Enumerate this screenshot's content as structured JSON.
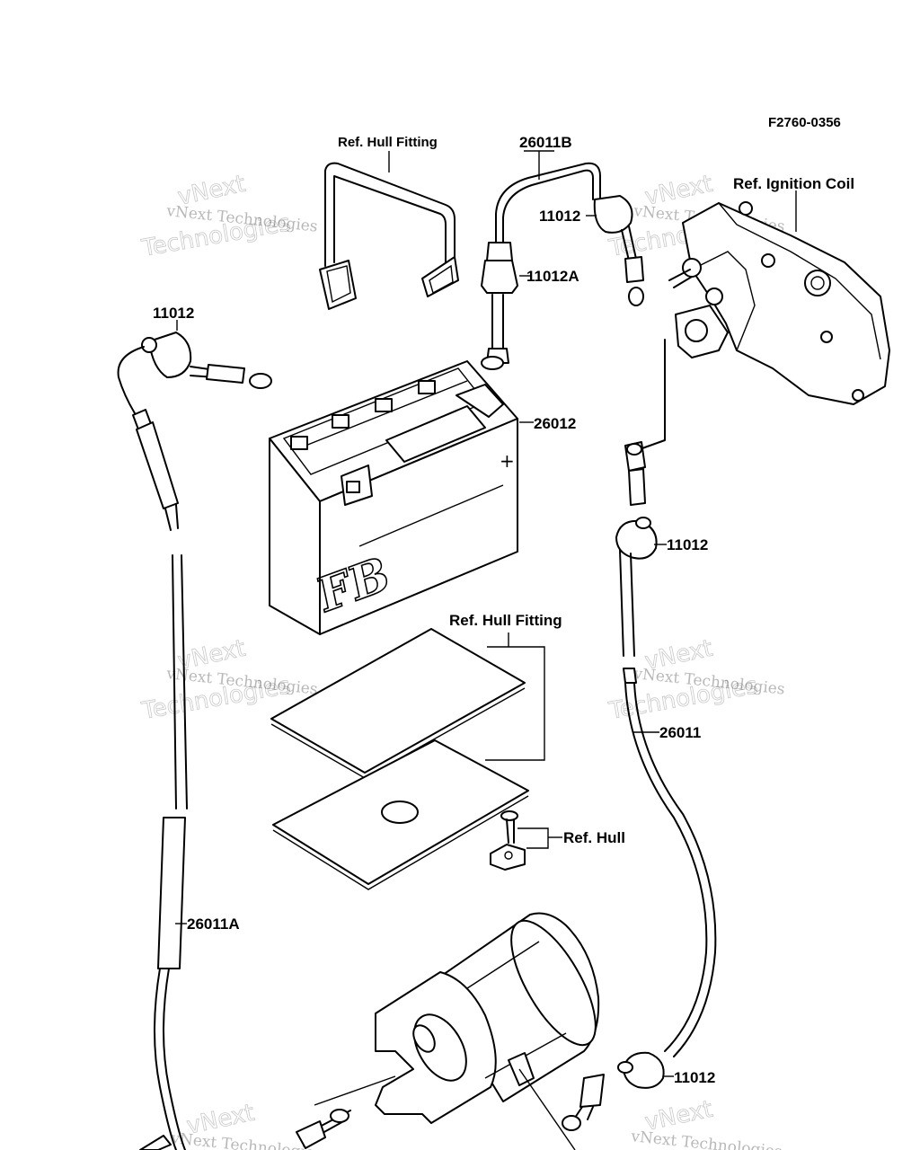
{
  "figure_code": "F2760-0356",
  "labels": {
    "ref_hull_fitting_top": "Ref. Hull Fitting",
    "cable_26011B": "26011B",
    "ref_ignition_coil": "Ref. Ignition Coil",
    "cap_11012_top": "11012",
    "cap_11012A": "11012A",
    "cap_11012_left": "11012",
    "battery_26012": "26012",
    "cap_11012_right": "11012",
    "ref_hull_fitting_mid": "Ref. Hull Fitting",
    "cable_26011": "26011",
    "ref_hull": "Ref. Hull",
    "cable_26011A": "26011A",
    "cap_11012_bottom": "11012",
    "battery_marking": "FB"
  },
  "watermark": {
    "line1": "vNext Technologies",
    "line2": "vNext",
    "line3": "Technologies"
  }
}
